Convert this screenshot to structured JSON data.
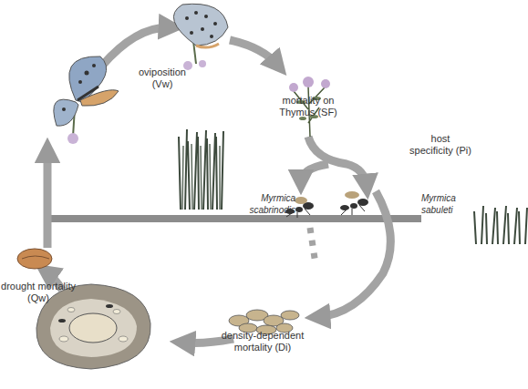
{
  "diagram": {
    "labels": [
      "oviposition (Vw)",
      "mortality on Thymus (SF)",
      "host specificity (Pi)",
      "Myrmica scabrinodis",
      "Myrmica sabuleti",
      "density-dependent mortality (Di)",
      "drought mortality (Qw)"
    ]
  }
}
